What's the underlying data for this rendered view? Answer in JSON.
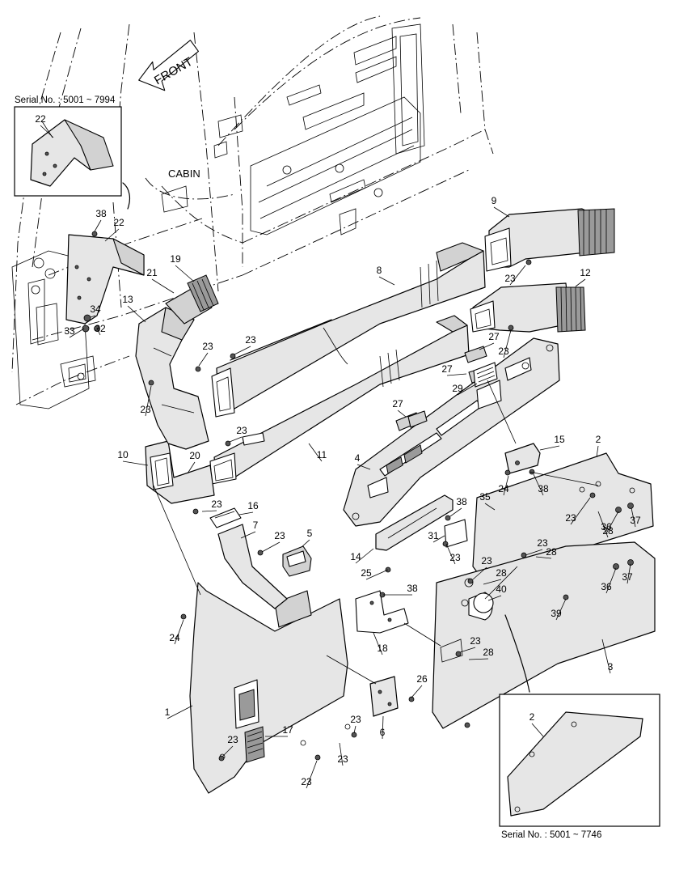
{
  "labels": {
    "front": "FRONT",
    "cabin": "CABIN",
    "serial_top": "Serial No. : 5001 ~ 7994",
    "serial_bottom": "Serial No. : 5001 ~ 7746"
  },
  "callouts": [
    {
      "id": "c22a",
      "text": "22"
    },
    {
      "id": "c38a",
      "text": "38"
    },
    {
      "id": "c22b",
      "text": "22"
    },
    {
      "id": "c21",
      "text": "21"
    },
    {
      "id": "c19",
      "text": "19"
    },
    {
      "id": "c13",
      "text": "13"
    },
    {
      "id": "c34",
      "text": "34"
    },
    {
      "id": "c33",
      "text": "33"
    },
    {
      "id": "c32",
      "text": "32"
    },
    {
      "id": "c23a",
      "text": "23"
    },
    {
      "id": "c23b",
      "text": "23"
    },
    {
      "id": "c23c",
      "text": "23"
    },
    {
      "id": "c9",
      "text": "9"
    },
    {
      "id": "c8",
      "text": "8"
    },
    {
      "id": "c23d",
      "text": "23"
    },
    {
      "id": "c12",
      "text": "12"
    },
    {
      "id": "c27a",
      "text": "27"
    },
    {
      "id": "c23e",
      "text": "23"
    },
    {
      "id": "c27b",
      "text": "27"
    },
    {
      "id": "c29",
      "text": "29"
    },
    {
      "id": "c27c",
      "text": "27"
    },
    {
      "id": "c23f",
      "text": "23"
    },
    {
      "id": "c11",
      "text": "11"
    },
    {
      "id": "c10",
      "text": "10"
    },
    {
      "id": "c20",
      "text": "20"
    },
    {
      "id": "c4",
      "text": "4"
    },
    {
      "id": "c15",
      "text": "15"
    },
    {
      "id": "c2a",
      "text": "2"
    },
    {
      "id": "c24a",
      "text": "24"
    },
    {
      "id": "c38b",
      "text": "38"
    },
    {
      "id": "c35",
      "text": "35"
    },
    {
      "id": "c23g",
      "text": "23"
    },
    {
      "id": "c28a",
      "text": "28"
    },
    {
      "id": "c36a",
      "text": "36"
    },
    {
      "id": "c37a",
      "text": "37"
    },
    {
      "id": "c23h",
      "text": "23"
    },
    {
      "id": "c16",
      "text": "16"
    },
    {
      "id": "c7",
      "text": "7"
    },
    {
      "id": "c23i",
      "text": "23"
    },
    {
      "id": "c5",
      "text": "5"
    },
    {
      "id": "c38c",
      "text": "38"
    },
    {
      "id": "c31",
      "text": "31"
    },
    {
      "id": "c23j",
      "text": "23"
    },
    {
      "id": "c14",
      "text": "14"
    },
    {
      "id": "c25",
      "text": "25"
    },
    {
      "id": "c23k",
      "text": "23"
    },
    {
      "id": "c28b",
      "text": "28"
    },
    {
      "id": "c23l",
      "text": "23"
    },
    {
      "id": "c28c",
      "text": "28"
    },
    {
      "id": "c40",
      "text": "40"
    },
    {
      "id": "c36b",
      "text": "36"
    },
    {
      "id": "c37b",
      "text": "37"
    },
    {
      "id": "c38d",
      "text": "38"
    },
    {
      "id": "c39",
      "text": "39"
    },
    {
      "id": "c24b",
      "text": "24"
    },
    {
      "id": "c18",
      "text": "18"
    },
    {
      "id": "c23m",
      "text": "23"
    },
    {
      "id": "c28d",
      "text": "28"
    },
    {
      "id": "c3",
      "text": "3"
    },
    {
      "id": "c26",
      "text": "26"
    },
    {
      "id": "c1",
      "text": "1"
    },
    {
      "id": "c6",
      "text": "6"
    },
    {
      "id": "c17",
      "text": "17"
    },
    {
      "id": "c23n",
      "text": "23"
    },
    {
      "id": "c23o",
      "text": "23"
    },
    {
      "id": "c23p",
      "text": "23"
    },
    {
      "id": "c23q",
      "text": "23"
    },
    {
      "id": "c2b",
      "text": "2"
    }
  ]
}
